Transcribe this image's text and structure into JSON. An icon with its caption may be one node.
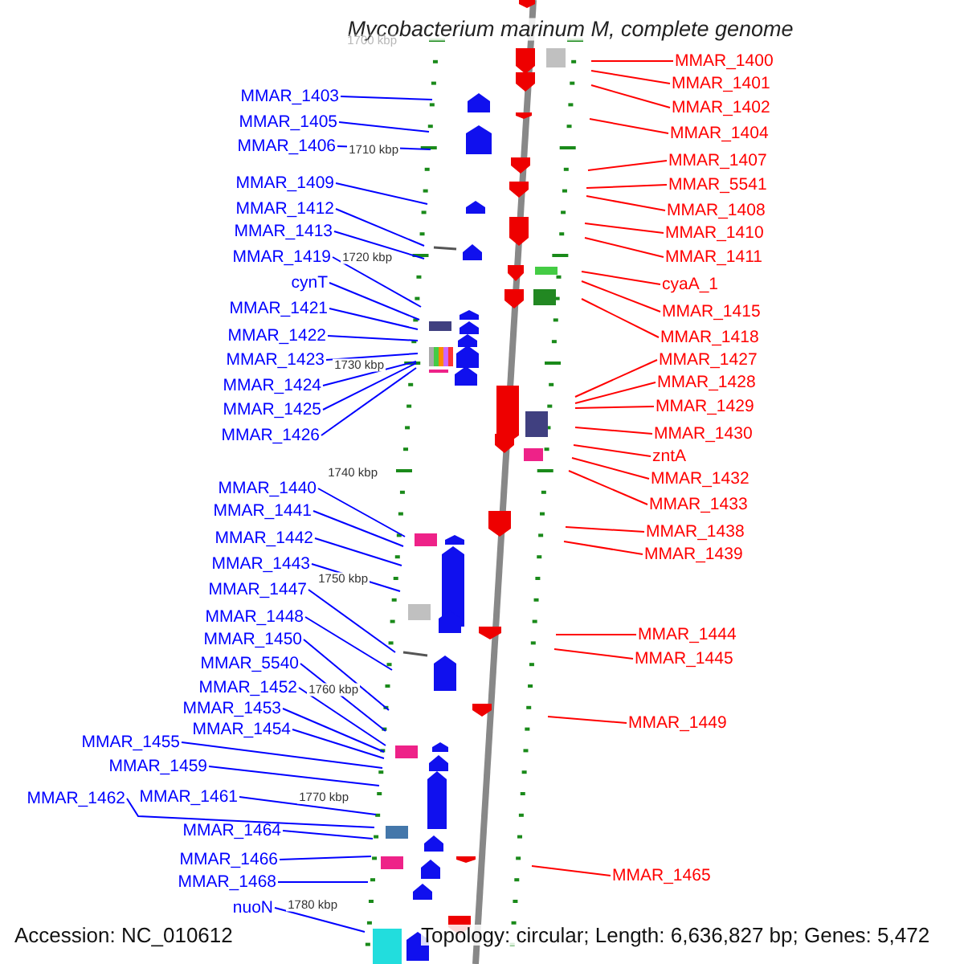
{
  "diagram": {
    "title": "Mycobacterium marinum M, complete genome",
    "nodes": [
      {
        "text": [
          "MMAR_1403"
        ]
      },
      {
        "text": [
          "MMAR_1405"
        ]
      },
      {
        "text": [
          "MMAR_1406"
        ]
      },
      {
        "text": [
          "MMAR_1409"
        ]
      },
      {
        "text": [
          "MMAR_1412"
        ]
      },
      {
        "text": [
          "MMAR_1413"
        ]
      },
      {
        "text": [
          "MMAR_1419"
        ]
      },
      {
        "text": [
          "cynT"
        ]
      },
      {
        "text": [
          "MMAR_1421"
        ]
      },
      {
        "text": [
          "MMAR_1422"
        ]
      },
      {
        "text": [
          "MMAR_1423"
        ]
      },
      {
        "text": [
          "MMAR_1424"
        ]
      },
      {
        "text": [
          "MMAR_1425"
        ]
      },
      {
        "text": [
          "MMAR_1426"
        ]
      },
      {
        "text": [
          "MMAR_1440"
        ]
      },
      {
        "text": [
          "MMAR_1441"
        ]
      },
      {
        "text": [
          "MMAR_1442"
        ]
      },
      {
        "text": [
          "MMAR_1443"
        ]
      },
      {
        "text": [
          "MMAR_1447"
        ]
      },
      {
        "text": [
          "MMAR_1448"
        ]
      },
      {
        "text": [
          "MMAR_1450"
        ]
      },
      {
        "text": [
          "MMAR_5540"
        ]
      },
      {
        "text": [
          "MMAR_1452"
        ]
      },
      {
        "text": [
          "MMAR_1453"
        ]
      },
      {
        "text": [
          "MMAR_1454"
        ]
      },
      {
        "text": [
          "MMAR_1455"
        ]
      },
      {
        "text": [
          "MMAR_1459"
        ]
      },
      {
        "text": [
          "MMAR_1462"
        ]
      },
      {
        "text": [
          "MMAR_1461"
        ]
      },
      {
        "text": [
          "MMAR_1464"
        ]
      },
      {
        "text": [
          "MMAR_1466"
        ]
      },
      {
        "text": [
          "MMAR_1468"
        ]
      },
      {
        "text": [
          "nuoN"
        ]
      },
      {
        "text": [
          "MMAR_1400"
        ]
      },
      {
        "text": [
          "MMAR_1401"
        ]
      },
      {
        "text": [
          "MMAR_1402"
        ]
      },
      {
        "text": [
          "MMAR_1404"
        ]
      },
      {
        "text": [
          "MMAR_1407"
        ]
      },
      {
        "text": [
          "MMAR_5541"
        ]
      },
      {
        "text": [
          "MMAR_1408"
        ]
      },
      {
        "text": [
          "MMAR_1410"
        ]
      },
      {
        "text": [
          "MMAR_1411"
        ]
      },
      {
        "text": [
          "cyaA_1"
        ]
      },
      {
        "text": [
          "MMAR_1415"
        ]
      },
      {
        "text": [
          "MMAR_1418"
        ]
      },
      {
        "text": [
          "MMAR_1427"
        ]
      },
      {
        "text": [
          "MMAR_1428"
        ]
      },
      {
        "text": [
          "MMAR_1429"
        ]
      },
      {
        "text": [
          "MMAR_1430"
        ]
      },
      {
        "text": [
          "zntA"
        ]
      },
      {
        "text": [
          "MMAR_1432"
        ]
      },
      {
        "text": [
          "MMAR_1433"
        ]
      },
      {
        "text": [
          "MMAR_1438"
        ]
      },
      {
        "text": [
          "MMAR_1439"
        ]
      },
      {
        "text": [
          "MMAR_1444"
        ]
      },
      {
        "text": [
          "MMAR_1445"
        ]
      },
      {
        "text": [
          "MMAR_1449"
        ]
      },
      {
        "text": [
          "MMAR_1465"
        ]
      }
    ],
    "edges": [
      {
        "from": 0,
        "to": null,
        "arrow": "none"
      },
      {
        "from": 1,
        "to": null,
        "arrow": "none"
      },
      {
        "from": 2,
        "to": null,
        "arrow": "none"
      },
      {
        "from": 3,
        "to": null,
        "arrow": "none"
      },
      {
        "from": 4,
        "to": null,
        "arrow": "none"
      },
      {
        "from": 5,
        "to": null,
        "arrow": "none"
      },
      {
        "from": 6,
        "to": null,
        "arrow": "none"
      },
      {
        "from": 7,
        "to": null,
        "arrow": "none"
      },
      {
        "from": 8,
        "to": null,
        "arrow": "none"
      },
      {
        "from": 9,
        "to": null,
        "arrow": "none"
      },
      {
        "from": 10,
        "to": null,
        "arrow": "none"
      },
      {
        "from": 11,
        "to": null,
        "arrow": "none"
      },
      {
        "from": 12,
        "to": null,
        "arrow": "none"
      },
      {
        "from": 13,
        "to": null,
        "arrow": "none"
      },
      {
        "from": 14,
        "to": null,
        "arrow": "none"
      },
      {
        "from": 15,
        "to": null,
        "arrow": "none"
      },
      {
        "from": 16,
        "to": null,
        "arrow": "none"
      },
      {
        "from": 17,
        "to": null,
        "arrow": "none"
      },
      {
        "from": 18,
        "to": null,
        "arrow": "none"
      },
      {
        "from": 19,
        "to": null,
        "arrow": "none"
      },
      {
        "from": 20,
        "to": null,
        "arrow": "none"
      },
      {
        "from": 21,
        "to": null,
        "arrow": "none"
      },
      {
        "from": 22,
        "to": null,
        "arrow": "none"
      },
      {
        "from": 23,
        "to": null,
        "arrow": "none"
      },
      {
        "from": 24,
        "to": null,
        "arrow": "none"
      },
      {
        "from": 25,
        "to": null,
        "arrow": "none"
      },
      {
        "from": 26,
        "to": null,
        "arrow": "none"
      },
      {
        "from": 27,
        "to": null,
        "arrow": "none"
      },
      {
        "from": 28,
        "to": null,
        "arrow": "none"
      },
      {
        "from": 29,
        "to": null,
        "arrow": "none"
      },
      {
        "from": 30,
        "to": null,
        "arrow": "none"
      },
      {
        "from": 31,
        "to": null,
        "arrow": "none"
      },
      {
        "from": 32,
        "to": null,
        "arrow": "none"
      },
      {
        "from": 33,
        "to": null,
        "arrow": "none",
        "color": "#ff0000"
      },
      {
        "from": 34,
        "to": null,
        "arrow": "none",
        "color": "#ff0000"
      },
      {
        "from": 35,
        "to": null,
        "arrow": "none",
        "color": "#ff0000"
      },
      {
        "from": 36,
        "to": null,
        "arrow": "none",
        "color": "#ff0000"
      },
      {
        "from": 37,
        "to": null,
        "arrow": "none",
        "color": "#ff0000"
      },
      {
        "from": 38,
        "to": null,
        "arrow": "none",
        "color": "#ff0000"
      },
      {
        "from": 39,
        "to": null,
        "arrow": "none",
        "color": "#ff0000"
      },
      {
        "from": 40,
        "to": null,
        "arrow": "none",
        "color": "#ff0000"
      },
      {
        "from": 41,
        "to": null,
        "arrow": "none",
        "color": "#ff0000"
      },
      {
        "from": 42,
        "to": null,
        "arrow": "none",
        "color": "#ff0000"
      },
      {
        "from": 43,
        "to": null,
        "arrow": "none",
        "color": "#ff0000"
      },
      {
        "from": 44,
        "to": null,
        "arrow": "none",
        "color": "#ff0000"
      },
      {
        "from": 45,
        "to": null,
        "arrow": "none",
        "color": "#ff0000"
      },
      {
        "from": 46,
        "to": null,
        "arrow": "none",
        "color": "#ff0000"
      },
      {
        "from": 47,
        "to": null,
        "arrow": "none",
        "color": "#ff0000"
      },
      {
        "from": 48,
        "to": null,
        "arrow": "none",
        "color": "#ff0000"
      },
      {
        "from": 49,
        "to": null,
        "arrow": "none",
        "color": "#ff0000"
      },
      {
        "from": 50,
        "to": null,
        "arrow": "none",
        "color": "#ff0000"
      },
      {
        "from": 51,
        "to": null,
        "arrow": "none",
        "color": "#ff0000"
      },
      {
        "from": 52,
        "to": null,
        "arrow": "none",
        "color": "#ff0000"
      },
      {
        "from": 53,
        "to": null,
        "arrow": "none",
        "color": "#ff0000"
      },
      {
        "from": 54,
        "to": null,
        "arrow": "none",
        "color": "#ff0000"
      },
      {
        "from": 55,
        "to": null,
        "arrow": "none",
        "color": "#ff0000"
      },
      {
        "from": 56,
        "to": null,
        "arrow": "none",
        "color": "#ff0000"
      },
      {
        "from": 57,
        "to": null,
        "arrow": "none",
        "color": "#ff0000"
      }
    ],
    "labels": [
      "1700 kbp",
      "1710 kbp",
      "1720 kbp",
      "1730 kbp",
      "1740 kbp",
      "1750 kbp",
      "1760 kbp",
      "1770 kbp",
      "1780 kbp",
      "Accession: NC_010612",
      "Topology: circular; Length: 6,636,827 bp; Genes: 5,472"
    ]
  }
}
